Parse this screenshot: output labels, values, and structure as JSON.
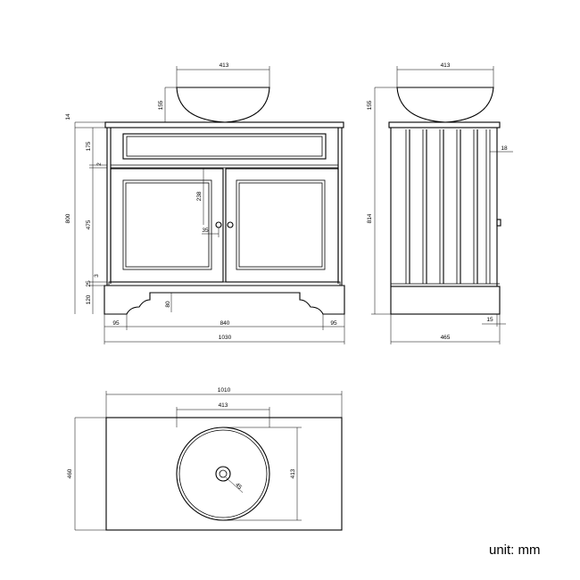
{
  "dimensions": {
    "basin_width_front": "413",
    "basin_width_side": "413",
    "basin_height_front": "155",
    "basin_height_side": "155",
    "top_thickness": "14",
    "drawer_height": "175",
    "gap": "2",
    "door_height": "475",
    "door_to_plinth_gap": "3",
    "frame_bottom": "25",
    "plinth_height": "120",
    "overall_height": "800",
    "side_height": "814",
    "door_panel_height": "238",
    "knob_offset": "35",
    "plinth_cutout_height": "80",
    "side_left": "95",
    "middle_span": "840",
    "side_right": "95",
    "front_width": "1030",
    "side_panel_depth": "18",
    "side_toe": "15",
    "side_depth": "465",
    "top_width": "1010",
    "top_basin_width": "413",
    "top_basin_depth": "413",
    "top_depth": "460",
    "waste_diameter": "45"
  },
  "unit_label": "unit: mm"
}
